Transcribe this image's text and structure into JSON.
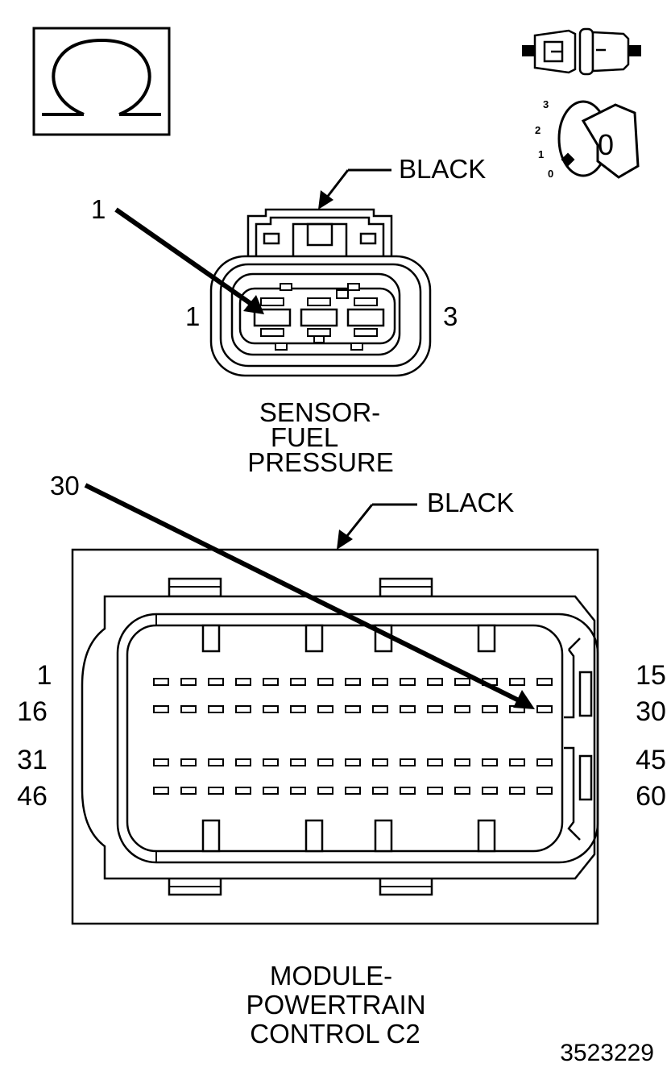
{
  "ohm_symbol": {
    "glyph": "Ω",
    "icon": "ohm-icon"
  },
  "connector_icon": {
    "icon": "connector-disconnect-icon"
  },
  "ignition_icon": {
    "icon": "ignition-key-icon",
    "positions": [
      "3",
      "2",
      "1",
      "0"
    ],
    "key_label": "0"
  },
  "sensor_connector": {
    "color_label": "BLACK",
    "callout_label": "1",
    "pin_left": "1",
    "pin_right": "3",
    "name_lines": [
      "SENSOR-",
      "FUEL",
      "PRESSURE"
    ]
  },
  "pcm_connector": {
    "color_label": "BLACK",
    "callout_label": "30",
    "left_pins": [
      "1",
      "16",
      "31",
      "46"
    ],
    "right_pins": [
      "15",
      "30",
      "45",
      "60"
    ],
    "name_lines": [
      "MODULE-",
      "POWERTRAIN",
      "CONTROL C2"
    ]
  },
  "figure_number": "3523229"
}
